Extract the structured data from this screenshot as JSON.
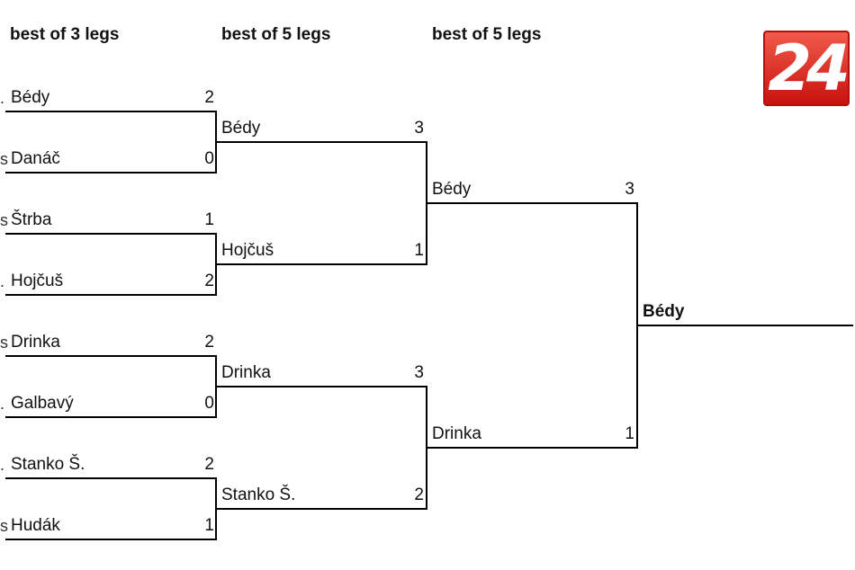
{
  "headers": [
    "best of 3 legs",
    "best of 5 legs",
    "best of 5 legs"
  ],
  "logo": {
    "text": "24",
    "color": "#d8201a"
  },
  "round1": [
    {
      "name": "Bédy",
      "score": "2"
    },
    {
      "name": "Danáč",
      "score": "0"
    },
    {
      "name": "Štrba",
      "score": "1"
    },
    {
      "name": "Hojčuš",
      "score": "2"
    },
    {
      "name": "Drinka",
      "score": "2"
    },
    {
      "name": "Galbavý",
      "score": "0"
    },
    {
      "name": "Stanko Š.",
      "score": "2"
    },
    {
      "name": "Hudák",
      "score": "1"
    }
  ],
  "round1_seed_marks": [
    ".",
    "s",
    "s",
    ".",
    "s",
    ".",
    ".",
    "s"
  ],
  "round2": [
    {
      "name": "Bédy",
      "score": "3"
    },
    {
      "name": "Hojčuš",
      "score": "1"
    },
    {
      "name": "Drinka",
      "score": "3"
    },
    {
      "name": "Stanko Š.",
      "score": "2"
    }
  ],
  "round3": [
    {
      "name": "Bédy",
      "score": "3"
    },
    {
      "name": "Drinka",
      "score": "1"
    }
  ],
  "champion": {
    "name": "Bédy"
  }
}
